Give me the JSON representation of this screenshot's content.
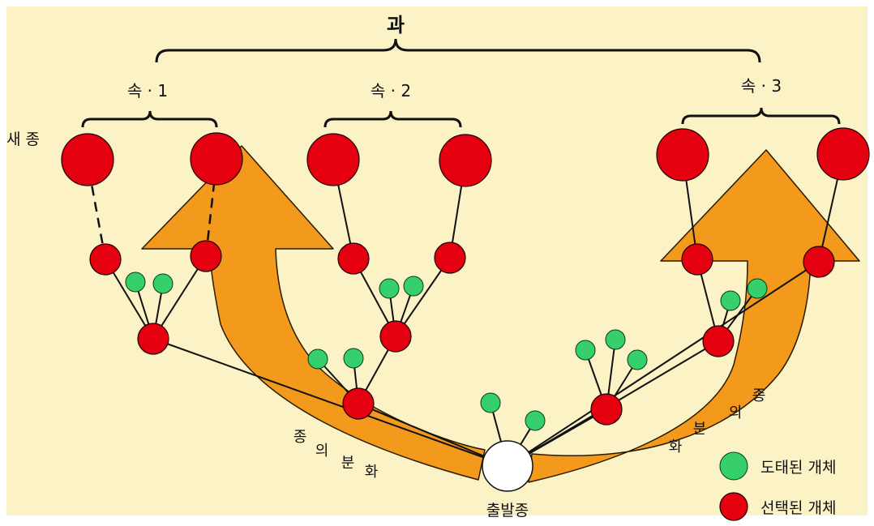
{
  "labels": {
    "family": "과",
    "genus1": "속 · 1",
    "genus2": "속 · 2",
    "genus3": "속 · 3",
    "new_species": "새 종",
    "origin_species": "출발종",
    "speciation_left": [
      "종",
      "의",
      "분",
      "화"
    ],
    "speciation_right": [
      "화",
      "분",
      "의",
      "종"
    ]
  },
  "legend": {
    "eliminated": "도태된 개체",
    "selected": "선택된 개체"
  },
  "colors": {
    "selected": "#e4000f",
    "eliminated": "#35cf6b",
    "arrow": "#f39a1c",
    "background": "#fbf2c6",
    "origin": "#ffffff",
    "line": "#111111"
  }
}
